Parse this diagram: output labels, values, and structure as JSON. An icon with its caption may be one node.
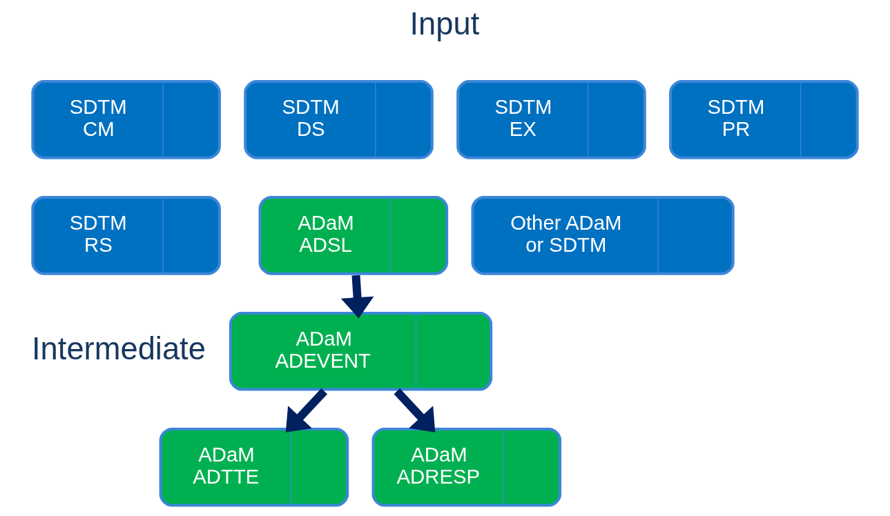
{
  "diagram": {
    "nodes": [
      {
        "text": [
          "SDTM CM"
        ]
      },
      {
        "text": [
          "SDTM DS"
        ]
      },
      {
        "text": [
          "SDTM EX"
        ]
      },
      {
        "text": [
          "SDTM PR"
        ]
      },
      {
        "text": [
          "SDTM RS"
        ]
      },
      {
        "text": [
          "ADaM ADSL"
        ]
      },
      {
        "text": [
          "Other ADaM or SDTM"
        ]
      },
      {
        "text": [
          "ADaM ADEVENT"
        ]
      },
      {
        "text": [
          "ADaM ADTTE"
        ]
      },
      {
        "text": [
          "ADaM ADRESP"
        ]
      }
    ],
    "edges": [
      {
        "from": 5,
        "to": 7,
        "arrow": "to"
      },
      {
        "from": 7,
        "to": 8,
        "arrow": "to"
      },
      {
        "from": 7,
        "to": 9,
        "arrow": "to"
      }
    ],
    "labels": [
      "Input",
      "Intermediate"
    ]
  }
}
